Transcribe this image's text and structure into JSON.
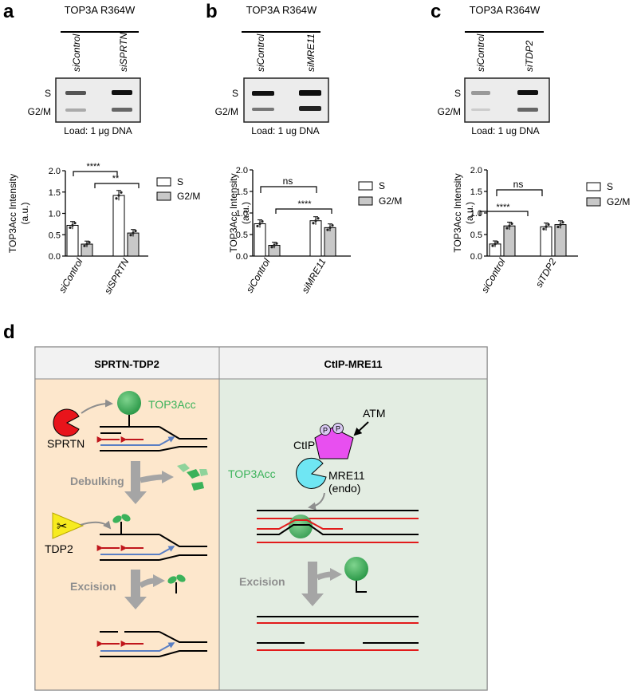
{
  "panels": {
    "a": {
      "letter": "a",
      "construct": "TOP3A R364W",
      "lanes": [
        "siControl",
        "siSPRTN"
      ],
      "load": "Load: 1 μg DNA",
      "sig": {
        "s_vs_s": "****",
        "g2_vs_g2": "**"
      }
    },
    "b": {
      "letter": "b",
      "construct": "TOP3A R364W",
      "lanes": [
        "siControl",
        "siMRE11"
      ],
      "load": "Load: 1 ug DNA",
      "sig": {
        "top": "ns",
        "bottom": "****"
      }
    },
    "c": {
      "letter": "c",
      "construct": "TOP3A R364W",
      "lanes": [
        "siControl",
        "siTDP2"
      ],
      "load": "Load: 1 ug DNA",
      "sig": {
        "top": "ns",
        "bottom": "****"
      }
    },
    "d": {
      "letter": "d"
    }
  },
  "gel_labels": {
    "s": "S",
    "g2m": "G2/M"
  },
  "chart_common": {
    "ylabel_line1": "TOP3Acc Intensity",
    "ylabel_line2": "(a.u.)",
    "legend": [
      "S",
      "G2/M"
    ],
    "colors": {
      "S": "#ffffff",
      "G2/M": "#c8c8c8"
    }
  },
  "chart_data": [
    {
      "type": "bar",
      "panel": "a",
      "categories": [
        "siControl",
        "siSPRTN"
      ],
      "ylim": [
        0,
        2.0
      ],
      "yticks": [
        "0.0",
        "0.5",
        "1.0",
        "1.5",
        "2.0"
      ],
      "ytick_values": [
        0,
        0.5,
        1.0,
        1.5,
        2.0
      ],
      "series": [
        {
          "name": "S",
          "values": [
            0.72,
            1.42
          ]
        },
        {
          "name": "G2/M",
          "values": [
            0.28,
            0.54
          ]
        }
      ]
    },
    {
      "type": "bar",
      "panel": "b",
      "categories": [
        "siControl",
        "siMRE11"
      ],
      "ylim": [
        0,
        2.0
      ],
      "yticks": [
        "0.0",
        "0.5",
        "1.0",
        "1.5",
        "2.0"
      ],
      "ytick_values": [
        0,
        0.5,
        1.0,
        1.5,
        2.0
      ],
      "series": [
        {
          "name": "S",
          "values": [
            0.75,
            0.82
          ]
        },
        {
          "name": "G2/M",
          "values": [
            0.25,
            0.66
          ]
        }
      ]
    },
    {
      "type": "bar",
      "panel": "c",
      "categories": [
        "siControl",
        "siTDP2"
      ],
      "ylim": [
        0,
        2.0
      ],
      "yticks": [
        "0.0",
        "0.5",
        "1.0",
        "1.5",
        "2.0"
      ],
      "ytick_values": [
        0,
        0.5,
        1.0,
        1.5,
        2.0
      ],
      "series": [
        {
          "name": "S",
          "values": [
            0.28,
            0.68
          ]
        },
        {
          "name": "G2/M",
          "values": [
            0.7,
            0.73
          ]
        }
      ]
    }
  ],
  "diagram": {
    "left_title": "SPRTN-TDP2",
    "right_title": "CtIP-MRE11",
    "left": {
      "sprtn": "SPRTN",
      "top3acc": "TOP3Acc",
      "debulking": "Debulking",
      "tdp2": "TDP2",
      "excision": "Excision"
    },
    "right": {
      "atm": "ATM",
      "ctip": "CtIP",
      "p": "P",
      "mre11": "MRE11",
      "endo": "(endo)",
      "top3acc": "TOP3Acc",
      "excision": "Excision"
    },
    "colors": {
      "left_bg": "#fde7cc",
      "right_bg": "#e3ede2",
      "header_bg": "#f2f2f2",
      "sprtn": "#e8141b",
      "ctip": "#e84ff0",
      "mre11": "#6fe6f3",
      "tdp2": "#f7eb1f",
      "top3acc": "#3bb25a",
      "arrow_red": "#c0161c",
      "arrow_blue": "#5a7fc4",
      "dna_red": "#e21b1b",
      "grey_arrow": "#a5a5a5"
    }
  }
}
